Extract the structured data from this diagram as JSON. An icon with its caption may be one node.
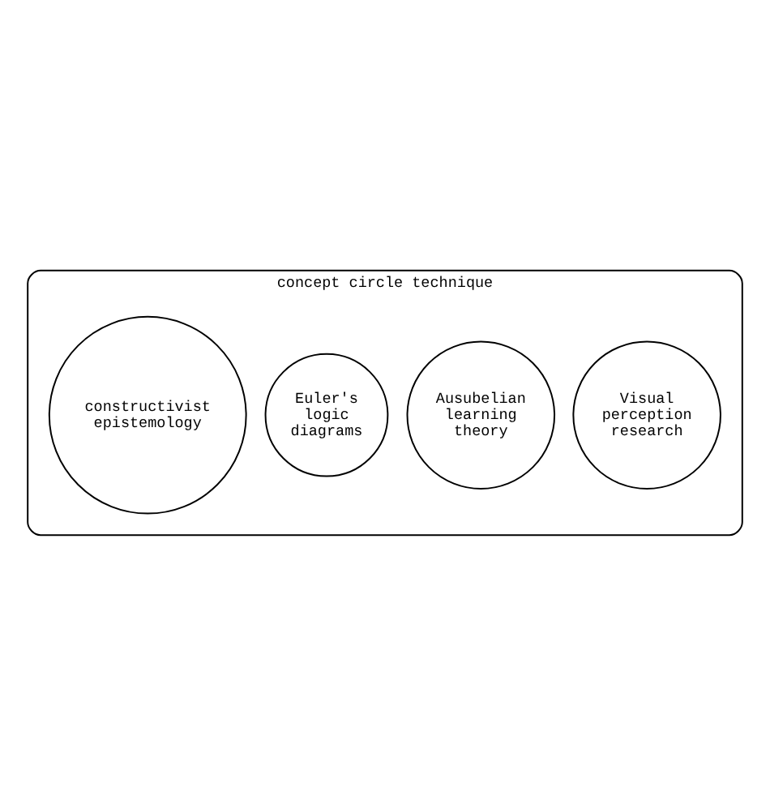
{
  "diagram": {
    "nodes": [
      {
        "text": [
          "concept circle technique"
        ]
      },
      {
        "text": [
          "Visual perception research"
        ],
        "in": 0
      },
      {
        "text": [
          "Ausubelian learning theory"
        ],
        "in": 0
      },
      {
        "text": [
          "Euler's logic diagrams"
        ],
        "in": 0
      },
      {
        "text": [
          "constructivist epistemology"
        ],
        "in": 0
      }
    ]
  }
}
